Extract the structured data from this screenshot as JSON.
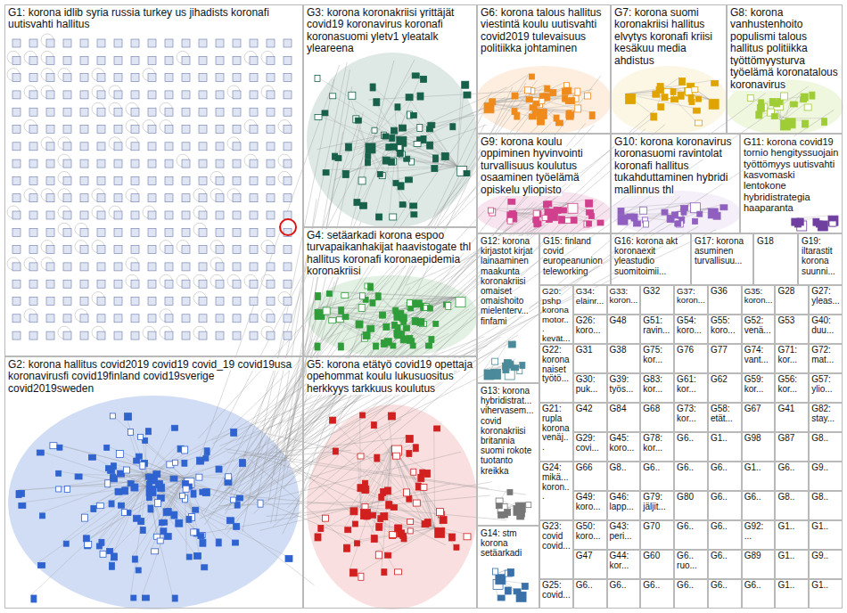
{
  "diagram": {
    "nodes": [
      {
        "text": [
          "G1: korona idlib syria russia turkey us jihadists koronafi uutisvahti hallitus"
        ]
      },
      {
        "text": [
          "G3: korona koronakriisi yrittäjät covid19 koronavirus koronafi koronasuomi yletv1 yleatalk yleareena"
        ]
      },
      {
        "text": [
          "G6: korona talous hallitus viestintä koulu uutisvahti covid2019 tulevaisuus politiikka johtaminen"
        ]
      },
      {
        "text": [
          "G7: korona suomi koronakriisi hallitus elvytys koronafi kriisi kesäkuu media ahdistus"
        ]
      },
      {
        "text": [
          "G8: korona vanhustenhoito populismi talous hallitus politiikka työttömyysturva työelämä koronatalous koronavirus"
        ]
      },
      {
        "text": [
          "G4: setäarkadi korona espoo turvapaikanhakijat haavistogate thl hallitus koronafi koronaepidemia koronakriisi"
        ]
      },
      {
        "text": [
          "G9: korona koulu oppiminen hyvinvointi turvallisuus koulutus osaaminen työelämä opiskelu yliopisto"
        ]
      },
      {
        "text": [
          "G10: korona koronavirus koronasuomi ravintolat koronafi hallitus tukahduttaminen hybridi mallinnus thl"
        ]
      },
      {
        "text": [
          "G11: korona covid19 tornio hengityssuojain työttömyys uutisvahti kasvomaski lentokone hybridistrategia haaparanta"
        ]
      },
      {
        "text": [
          "G12: korona kirjastot kirjat lainaaminen maakunta koronakriisi omaiset omaishoito mielenterv... finfami"
        ]
      },
      {
        "text": [
          "G15: finland covid europeanunion teleworking"
        ]
      },
      {
        "text": [
          "G16: korona akt koronaexit yleastudio suomitoimii..."
        ]
      },
      {
        "text": [
          "G17: korona asuminen turvallisuu..."
        ]
      },
      {
        "text": [
          "G18"
        ]
      },
      {
        "text": [
          "G19: iltarastit korona suunni..."
        ]
      },
      {
        "text": [
          "G2: korona hallitus covid2019 covid19 covid_19 covid19usa koronavirusfi covid19finland covid19sverige covid2019sweden"
        ]
      },
      {
        "text": [
          "G5: korona etätyö covid19 opettaja opehommat koulu lukusuositus herkkyys tarkkuus koulutus"
        ]
      },
      {
        "text": [
          "G13: korona hybridistrat... vihervasem... covid koronakriisi britannia suomi rokote tuotanto kreikka"
        ]
      },
      {
        "text": [
          "G14: stm korona setäarkadi"
        ]
      },
      {
        "text": [
          "G20: pshp korona motor... kevät..."
        ]
      },
      {
        "text": [
          "G34: eläinr..."
        ]
      },
      {
        "text": [
          "G33: koron..."
        ]
      },
      {
        "text": [
          "G32"
        ]
      },
      {
        "text": [
          "G37: koron..."
        ]
      },
      {
        "text": [
          "G36"
        ]
      },
      {
        "text": [
          "G35: koron..."
        ]
      },
      {
        "text": [
          "G28"
        ]
      },
      {
        "text": [
          "G27: yleas..."
        ]
      },
      {
        "text": [
          "G26: koro..."
        ]
      },
      {
        "text": [
          "G48"
        ]
      },
      {
        "text": [
          "G51: ravin..."
        ]
      },
      {
        "text": [
          "G54: koro..."
        ]
      },
      {
        "text": [
          "G55: koro..."
        ]
      },
      {
        "text": [
          "G52: venä..."
        ]
      },
      {
        "text": [
          "G53"
        ]
      },
      {
        "text": [
          "G40: duu..."
        ]
      },
      {
        "text": [
          "G22: korona naiset työtö..."
        ]
      },
      {
        "text": [
          "G31"
        ]
      },
      {
        "text": [
          "G38"
        ]
      },
      {
        "text": [
          "G75: kor..."
        ]
      },
      {
        "text": [
          "G76"
        ]
      },
      {
        "text": [
          "G77"
        ]
      },
      {
        "text": [
          "G74: vant..."
        ]
      },
      {
        "text": [
          "G71: kor..."
        ]
      },
      {
        "text": [
          "G72: mat..."
        ]
      },
      {
        "text": [
          "G30: puk..."
        ]
      },
      {
        "text": [
          "G39: työs..."
        ]
      },
      {
        "text": [
          "G83: kor..."
        ]
      },
      {
        "text": [
          "G61: kor..."
        ]
      },
      {
        "text": [
          "G62"
        ]
      },
      {
        "text": [
          "G59: kor..."
        ]
      },
      {
        "text": [
          "G56: kor..."
        ]
      },
      {
        "text": [
          "G57: ylio..."
        ]
      },
      {
        "text": [
          "G21: rupla korona venäj..."
        ]
      },
      {
        "text": [
          "G42"
        ]
      },
      {
        "text": [
          "G84"
        ]
      },
      {
        "text": [
          "G68"
        ]
      },
      {
        "text": [
          "G73: kor..."
        ]
      },
      {
        "text": [
          "G58: etät..."
        ]
      },
      {
        "text": [
          "G67"
        ]
      },
      {
        "text": [
          "G41"
        ]
      },
      {
        "text": [
          "G82: stay..."
        ]
      },
      {
        "text": [
          "G29: covi..."
        ]
      },
      {
        "text": [
          "G45: koro..."
        ]
      },
      {
        "text": [
          "G78: kor..."
        ]
      },
      {
        "text": [
          "G6.."
        ]
      },
      {
        "text": [
          "G1.."
        ]
      },
      {
        "text": [
          "G98"
        ]
      },
      {
        "text": [
          "G87"
        ]
      },
      {
        "text": [
          "G8.."
        ]
      },
      {
        "text": [
          "G24: mikä... koron..."
        ]
      },
      {
        "text": [
          "G66"
        ]
      },
      {
        "text": [
          "G8.."
        ]
      },
      {
        "text": [
          "G6.."
        ]
      },
      {
        "text": [
          "G6.."
        ]
      },
      {
        "text": [
          "G6.."
        ]
      },
      {
        "text": [
          "G1.."
        ]
      },
      {
        "text": [
          "G6.."
        ]
      },
      {
        "text": [
          "G9.."
        ]
      },
      {
        "text": [
          "G49: koro..."
        ]
      },
      {
        "text": [
          "G46: lapp..."
        ]
      },
      {
        "text": [
          "G79: jäljit..."
        ]
      },
      {
        "text": [
          "G80"
        ]
      },
      {
        "text": [
          "G6.."
        ]
      },
      {
        "text": [
          "G6.."
        ]
      },
      {
        "text": [
          "G8.."
        ]
      },
      {
        "text": [
          "G8.."
        ]
      },
      {
        "text": [
          "G23: covid covid..."
        ]
      },
      {
        "text": [
          "G50: koro..."
        ]
      },
      {
        "text": [
          "G43: peri..."
        ]
      },
      {
        "text": [
          "G70"
        ]
      },
      {
        "text": [
          "G6.."
        ]
      },
      {
        "text": [
          "G6.."
        ]
      },
      {
        "text": [
          "G92: ..."
        ]
      },
      {
        "text": [
          "G1.."
        ]
      },
      {
        "text": [
          "G1.."
        ]
      },
      {
        "text": [
          "G47"
        ]
      },
      {
        "text": [
          "G44: kor..."
        ]
      },
      {
        "text": [
          "G60"
        ]
      },
      {
        "text": [
          "G6.. ruo..."
        ]
      },
      {
        "text": [
          "G6.."
        ]
      },
      {
        "text": [
          "G89"
        ]
      },
      {
        "text": [
          "G1.."
        ]
      },
      {
        "text": [
          "G9.."
        ]
      },
      {
        "text": [
          "G25: covid..."
        ]
      },
      {
        "text": [
          "G6.."
        ]
      },
      {
        "text": [
          "G6.."
        ]
      },
      {
        "text": [
          "G6.."
        ]
      },
      {
        "text": [
          "G6.."
        ]
      },
      {
        "text": [
          "G6.."
        ]
      },
      {
        "text": [
          "G6.."
        ]
      },
      {
        "text": [
          "G1.."
        ]
      },
      {
        "text": [
          "G1.."
        ]
      }
    ]
  }
}
